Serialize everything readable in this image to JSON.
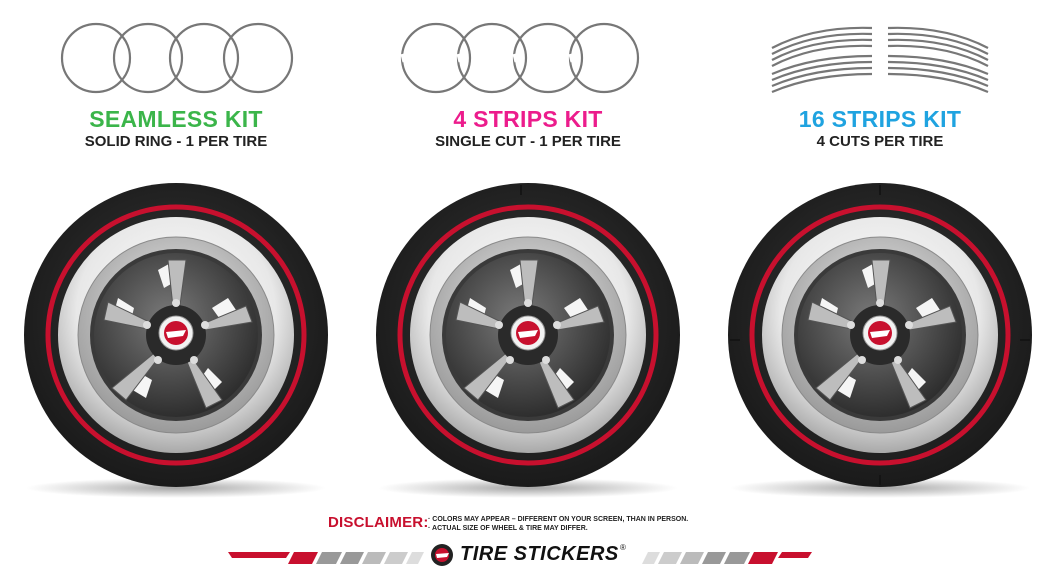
{
  "colors": {
    "seamless": "#3bb54a",
    "four_strips": "#ec1c8c",
    "sixteen_strips": "#1fa3e0",
    "stripe_red": "#c8102e"
  },
  "kits": [
    {
      "title": "SEAMLESS KIT",
      "subtitle": "SOLID RING - 1 PER TIRE",
      "color": "#3bb54a"
    },
    {
      "title": "4 STRIPS KIT",
      "subtitle": "SINGLE CUT - 1 PER TIRE",
      "color": "#ec1c8c"
    },
    {
      "title": "16 STRIPS KIT",
      "subtitle": "4 CUTS PER TIRE",
      "color": "#1fa3e0"
    }
  ],
  "disclaimer": {
    "label": "DISCLAIMER:",
    "lines": [
      "· COLORS MAY APPEAR – DIFFERENT ON YOUR SCREEN, THAN  IN  PERSON.",
      "· ACTUAL SIZE OF WHEEL & TIRE MAY DIFFER."
    ]
  },
  "brand": {
    "name": "TIRE STICKERS",
    "mark": "®",
    "icon": "tire-stickers-logo-icon"
  }
}
